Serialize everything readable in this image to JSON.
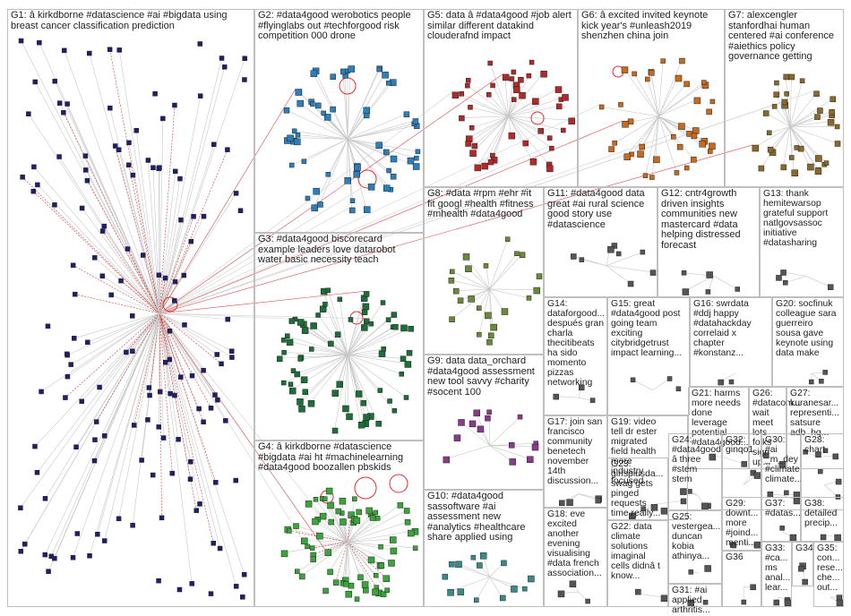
{
  "groups": [
    {
      "id": "G1",
      "label": "G1: â kirkdborne #datascience #ai #bigdata using\nbreast cancer classification prediction",
      "color": "#1f1f6e"
    },
    {
      "id": "G2",
      "label": "G2: #data4good werobotics people\n#flyinglabs out #techforgood risk\ncompetition 000 drone",
      "color": "#2a7fbf"
    },
    {
      "id": "G3",
      "label": "G3: #data4good biscorecard\nexample leaders love datarobot\nwater basic necessity teach",
      "color": "#1e6e3a"
    },
    {
      "id": "G4",
      "label": "G4: â kirkdborne #datascience\n#bigdata #ai ht #machinelearning\n#data4good boozallen pbskids",
      "color": "#3aa53a"
    },
    {
      "id": "G5",
      "label": "G5: data â #data4good #job alert\nsimilar different datakind\nclouderafnd impact",
      "color": "#b02a2a"
    },
    {
      "id": "G6",
      "label": "G6: â excited invited keynote\nkick year's #unleash2019\nshenzhen china join",
      "color": "#c86a1e"
    },
    {
      "id": "G7",
      "label": "G7: alexcengler\nstanfordhai human\ncentered #ai conference\n#aiethics policy\ngovernance getting",
      "color": "#8a6a2a"
    },
    {
      "id": "G8",
      "label": "G8: #data #rpm #ehr #it\nfit googl #health #fitness\n#mhealth #data4good",
      "color": "#6a8a3a"
    },
    {
      "id": "G9",
      "label": "G9: data data_orchard\n#data4good assessment\nnew tool savvy #charity\n#socent 100",
      "color": "#8a3a8a"
    },
    {
      "id": "G10",
      "label": "G10: #data4good\nsassoftware #ai\nassessment new\n#analytics #healthcare\nshare applied using",
      "color": "#3a8a8a"
    },
    {
      "id": "G11",
      "label": "G11: #data4good data\ngreat #ai rural science\ngood story use\n#datascience",
      "color": "#555555"
    },
    {
      "id": "G12",
      "label": "G12: cntr4growth\ndriven insights\ncommunities new\nmastercard #data\nhelping distressed\nforecast",
      "color": "#555555"
    },
    {
      "id": "G13",
      "label": "G13: thank\nhemitewarsop\ngrateful support\nnatlgovsassoc\ninitiative\n#datasharing",
      "color": "#555555"
    },
    {
      "id": "G14",
      "label": "G14:\ndataforgood...\ndespués gran\ncharla\nthecitibeats\nha sido\nmomento\npizzas\nnetworking",
      "color": "#555555"
    },
    {
      "id": "G15",
      "label": "G15: great\n#data4good post\ngoing team\nexciting\ncitybridgetrust\nimpact learning...",
      "color": "#555555"
    },
    {
      "id": "G16",
      "label": "G16: swrdata\n#ddj happy\n#datahackday\ncorrelaid x\nchapter\n#konstanz...",
      "color": "#555555"
    },
    {
      "id": "G20",
      "label": "G20: socfinuk\ncolleague sara\nguerreiro\nsousa gave\nkeynote using\ndata make",
      "color": "#555555"
    },
    {
      "id": "G17",
      "label": "G17: join san\nfrancisco\ncommunity\nbenetech\nnovember\n14th\ndiscussion...",
      "color": "#555555"
    },
    {
      "id": "G19",
      "label": "G19: video\ntell dr ester\nmigrated\nfield health\nmore\nindustry\nfocused",
      "color": "#555555"
    },
    {
      "id": "G21",
      "label": "G21: harms\nmore needs\ndone leverage\npotential\n#data4good...",
      "color": "#555555"
    },
    {
      "id": "G26",
      "label": "G26:\n#datacom...\nwait meet\nlots folks\nsign up...",
      "color": "#555555"
    },
    {
      "id": "G27",
      "label": "G27:\nkuranesar...\nrepresenti...\nsatsure\nadb_hq...",
      "color": "#555555"
    },
    {
      "id": "G18",
      "label": "G18: eve\nexcited\nanother\nevening\nvisualising\n#data french\nassociation...",
      "color": "#555555"
    },
    {
      "id": "G23",
      "label": "G23:\ngirlsplusda...\nswag gets\npinged\nrequests\ntime really...",
      "color": "#555555"
    },
    {
      "id": "G24",
      "label": "G24:\n#data4good\nâ three\n#stem stem",
      "color": "#555555"
    },
    {
      "id": "G32",
      "label": "G32:\nginqo1",
      "color": "#555555"
    },
    {
      "id": "G30",
      "label": "G30: #ai\n_m_dey\n#climate\nclimate...",
      "color": "#555555"
    },
    {
      "id": "G28",
      "label": "G28:\nchart",
      "color": "#555555"
    },
    {
      "id": "G22",
      "label": "G22: data\nclimate\nsolutions\nimaginal\ncells didnâ t\nknow...",
      "color": "#555555"
    },
    {
      "id": "G25",
      "label": "G25:\nvestergea...\nduncan\nkobia\nathinya...",
      "color": "#555555"
    },
    {
      "id": "G29",
      "label": "G29:\ndownt...\nmore\n#joind...\nmenti...",
      "color": "#555555"
    },
    {
      "id": "G37",
      "label": "G37:\n#datas...",
      "color": "#555555"
    },
    {
      "id": "G38",
      "label": "G38:\ndetailed\nprecip...",
      "color": "#555555"
    },
    {
      "id": "G31",
      "label": "G31: #ai\napplied\narthritis...",
      "color": "#555555"
    },
    {
      "id": "G33",
      "label": "G33:\n#ca...\nms\nanal...\nlear...",
      "color": "#555555"
    },
    {
      "id": "G34",
      "label": "G34",
      "color": "#555555"
    },
    {
      "id": "G35",
      "label": "G35:\ncon...\nrese...\nche...\nout...",
      "color": "#555555"
    },
    {
      "id": "G36",
      "label": "G36",
      "color": "#555555"
    }
  ]
}
